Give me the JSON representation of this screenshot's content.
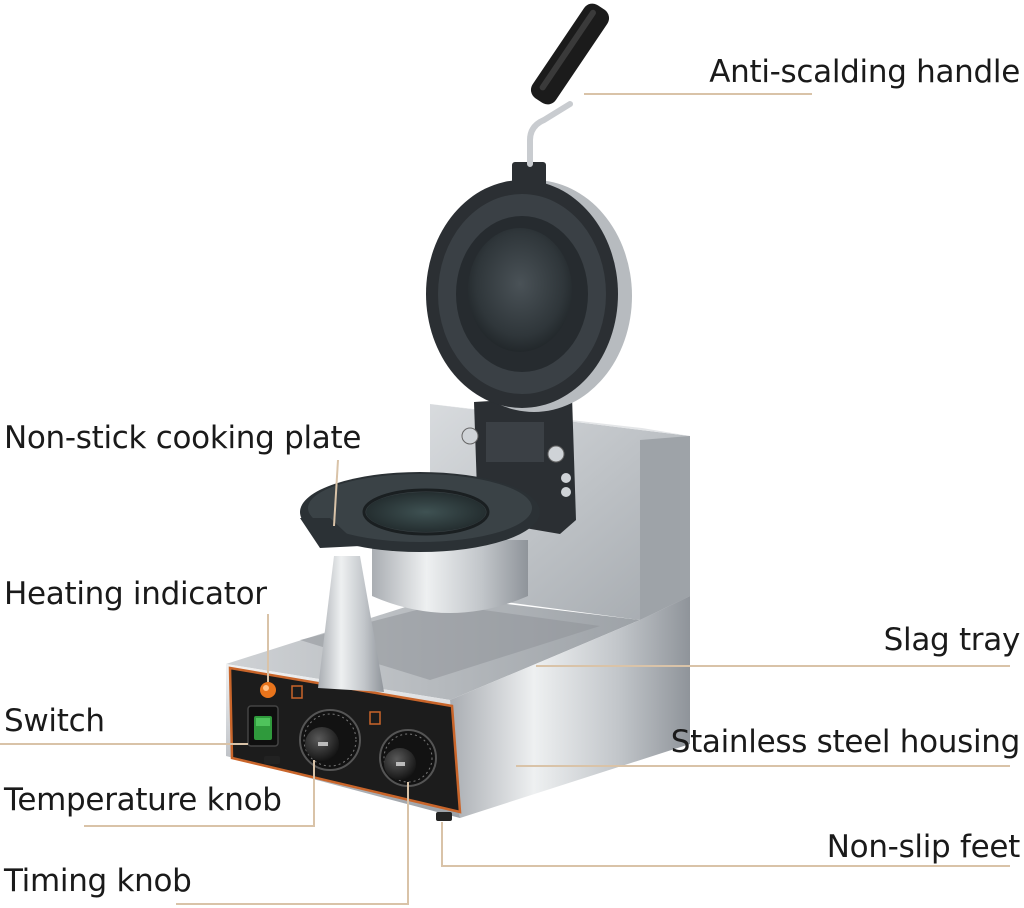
{
  "labels": {
    "handle": "Anti-scalding handle",
    "plate": "Non-stick cooking plate",
    "indicator": "Heating indicator",
    "slag_tray": "Slag tray",
    "switch": "Switch",
    "housing": "Stainless steel housing",
    "temperature": "Temperature knob",
    "feet": "Non-slip feet",
    "timing": "Timing knob"
  },
  "colors": {
    "leader_line": "#d9c3a8",
    "steel_light": "#e8eaec",
    "steel_dark": "#8e9398",
    "cast_iron": "#2b2f33",
    "panel": "#1c1c1c",
    "panel_trim": "#c9652a",
    "indicator_lamp": "#e8741c",
    "switch_green": "#2f9a3c"
  }
}
